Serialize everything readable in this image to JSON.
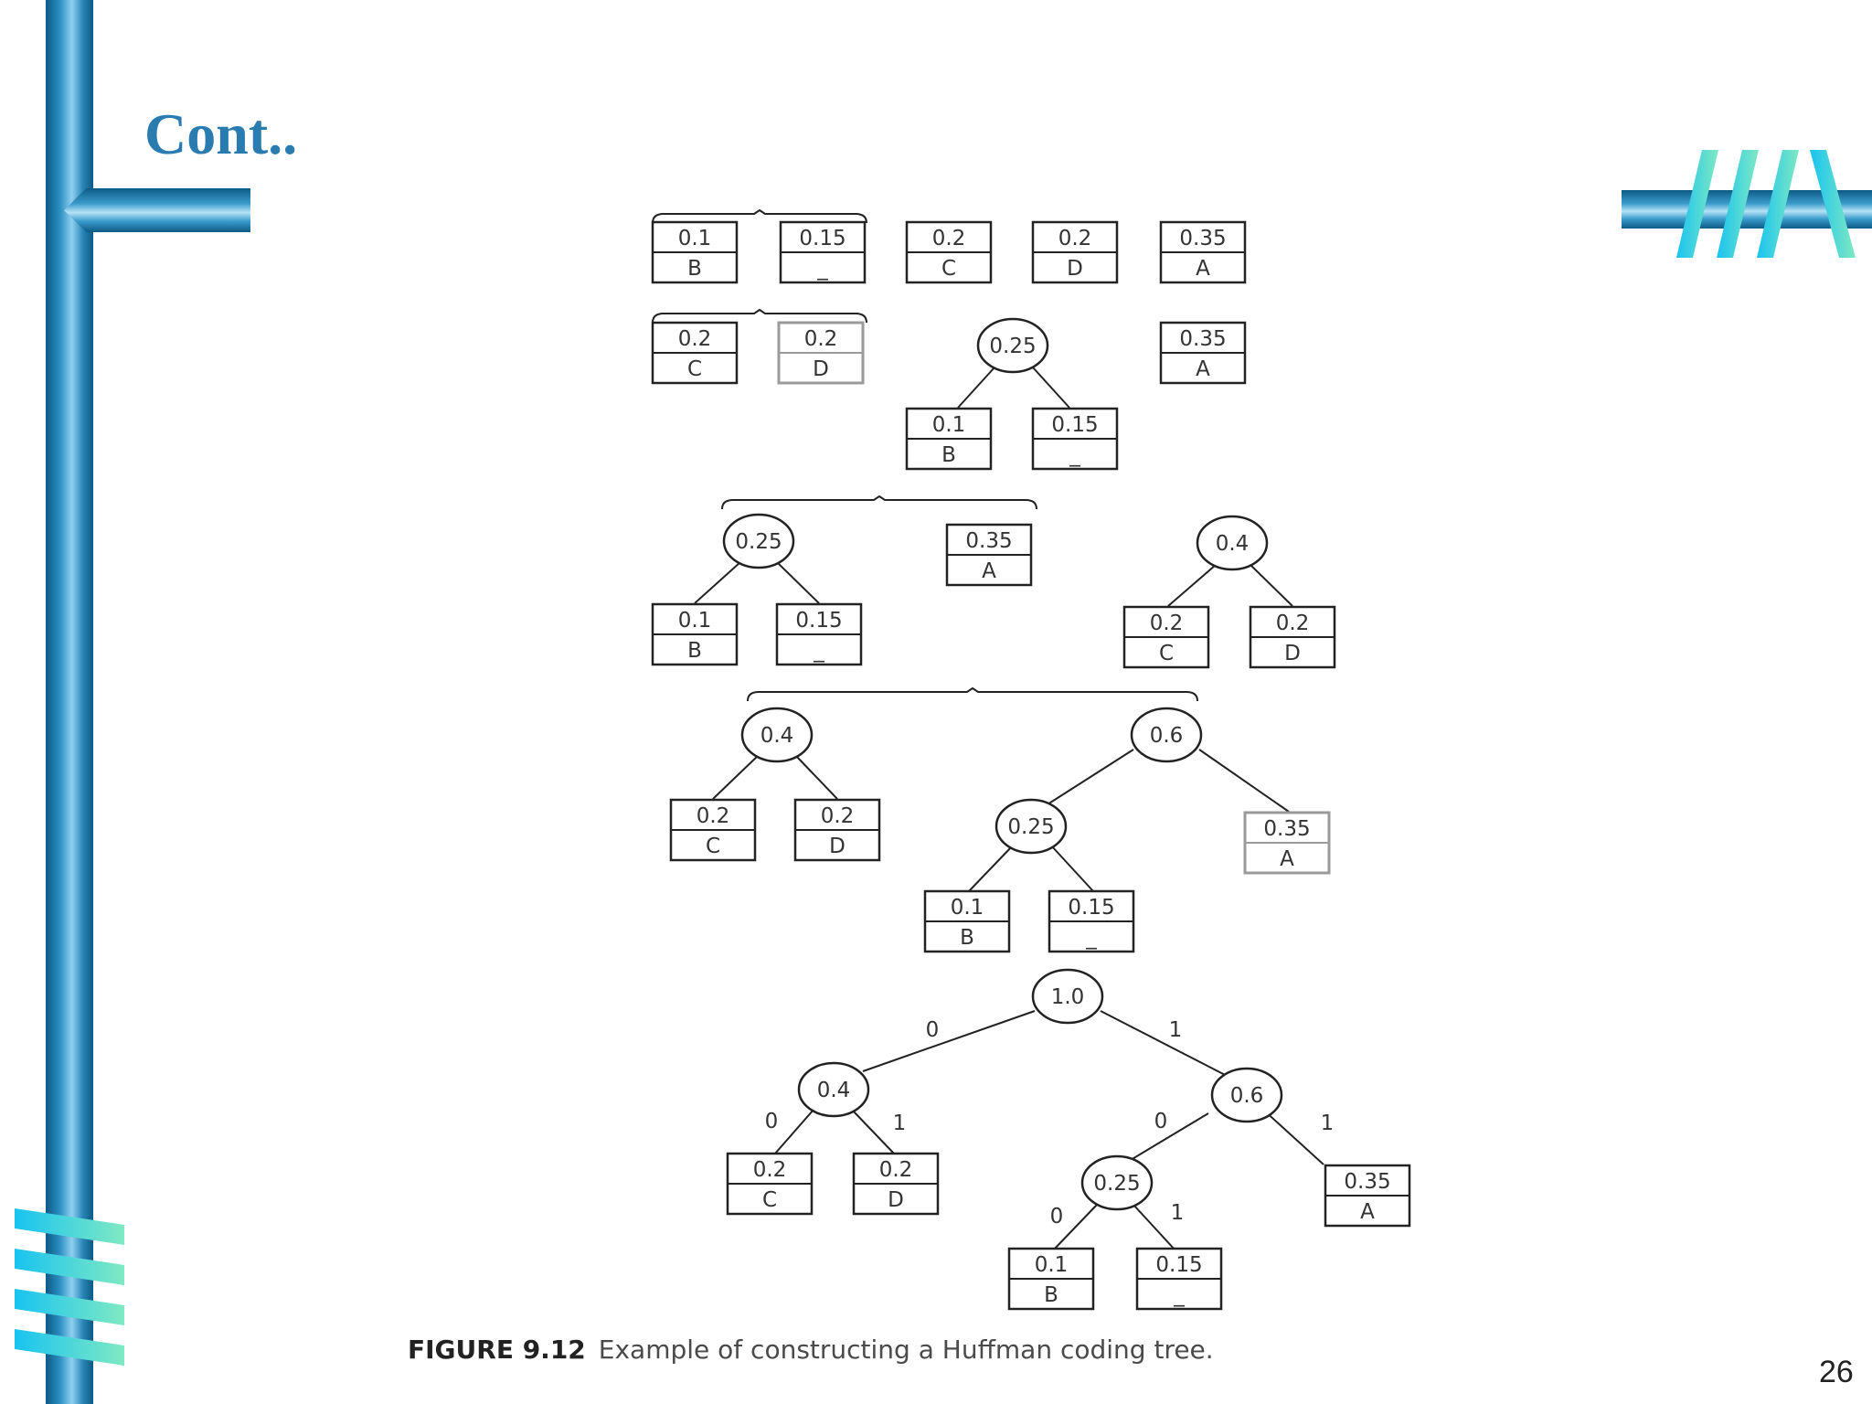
{
  "slide": {
    "title": "Cont..",
    "page_number": "26"
  },
  "figure": {
    "caption_label": "FIGURE 9.12",
    "caption_text": "Example of constructing a Huffman coding tree."
  },
  "colors": {
    "bar_dark": "#0d5a85",
    "bar_light": "#8fd0ef",
    "title": "#2a7cb0",
    "logo_stripe_cyan": "#19c3f0",
    "logo_stripe_mint": "#7fe9c2"
  },
  "decor": {
    "left_vertical_bar": "vertical-gradient-bar",
    "top_right_logo": "striped-logo",
    "bottom_left_logo": "striped-logo"
  },
  "stages": [
    {
      "boxes": [
        {
          "value": "0.1",
          "symbol": "B"
        },
        {
          "value": "0.15",
          "symbol": "_"
        },
        {
          "value": "0.2",
          "symbol": "C"
        },
        {
          "value": "0.2",
          "symbol": "D"
        },
        {
          "value": "0.35",
          "symbol": "A"
        }
      ]
    },
    {
      "boxes": [
        {
          "value": "0.2",
          "symbol": "C"
        },
        {
          "value": "0.2",
          "symbol": "D"
        },
        {
          "value": "0.35",
          "symbol": "A"
        },
        {
          "value": "0.1",
          "symbol": "B"
        },
        {
          "value": "0.15",
          "symbol": "_"
        }
      ],
      "circles": [
        "0.25"
      ]
    },
    {
      "boxes": [
        {
          "value": "0.1",
          "symbol": "B"
        },
        {
          "value": "0.15",
          "symbol": "_"
        },
        {
          "value": "0.35",
          "symbol": "A"
        },
        {
          "value": "0.2",
          "symbol": "C"
        },
        {
          "value": "0.2",
          "symbol": "D"
        }
      ],
      "circles": [
        "0.25",
        "0.4"
      ]
    },
    {
      "boxes": [
        {
          "value": "0.2",
          "symbol": "C"
        },
        {
          "value": "0.2",
          "symbol": "D"
        },
        {
          "value": "0.35",
          "symbol": "A"
        },
        {
          "value": "0.1",
          "symbol": "B"
        },
        {
          "value": "0.15",
          "symbol": "_"
        }
      ],
      "circles": [
        "0.4",
        "0.6",
        "0.25"
      ]
    },
    {
      "boxes": [
        {
          "value": "0.2",
          "symbol": "C"
        },
        {
          "value": "0.2",
          "symbol": "D"
        },
        {
          "value": "0.35",
          "symbol": "A"
        },
        {
          "value": "0.1",
          "symbol": "B"
        },
        {
          "value": "0.15",
          "symbol": "_"
        }
      ],
      "circles": [
        "1.0",
        "0.4",
        "0.6",
        "0.25"
      ],
      "edge_labels": [
        "0",
        "1",
        "0",
        "1",
        "0",
        "1",
        "0",
        "1"
      ]
    }
  ]
}
